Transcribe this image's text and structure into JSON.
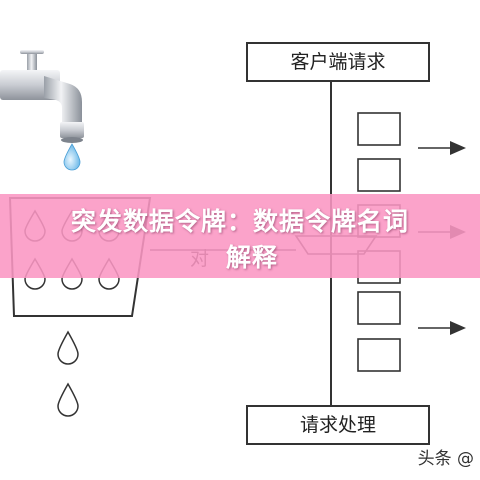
{
  "diagram": {
    "client_box_label": "客户端请求",
    "handler_box_label": "请求处理",
    "partial_label": "对",
    "queue_slots": 6,
    "bucket_drops": 6,
    "falling_drops": 2
  },
  "banner": {
    "line1": "突发数据令牌：数据令牌名词",
    "line2": "解释",
    "color": "#f896c3"
  },
  "watermark": {
    "text": "头条 @"
  }
}
